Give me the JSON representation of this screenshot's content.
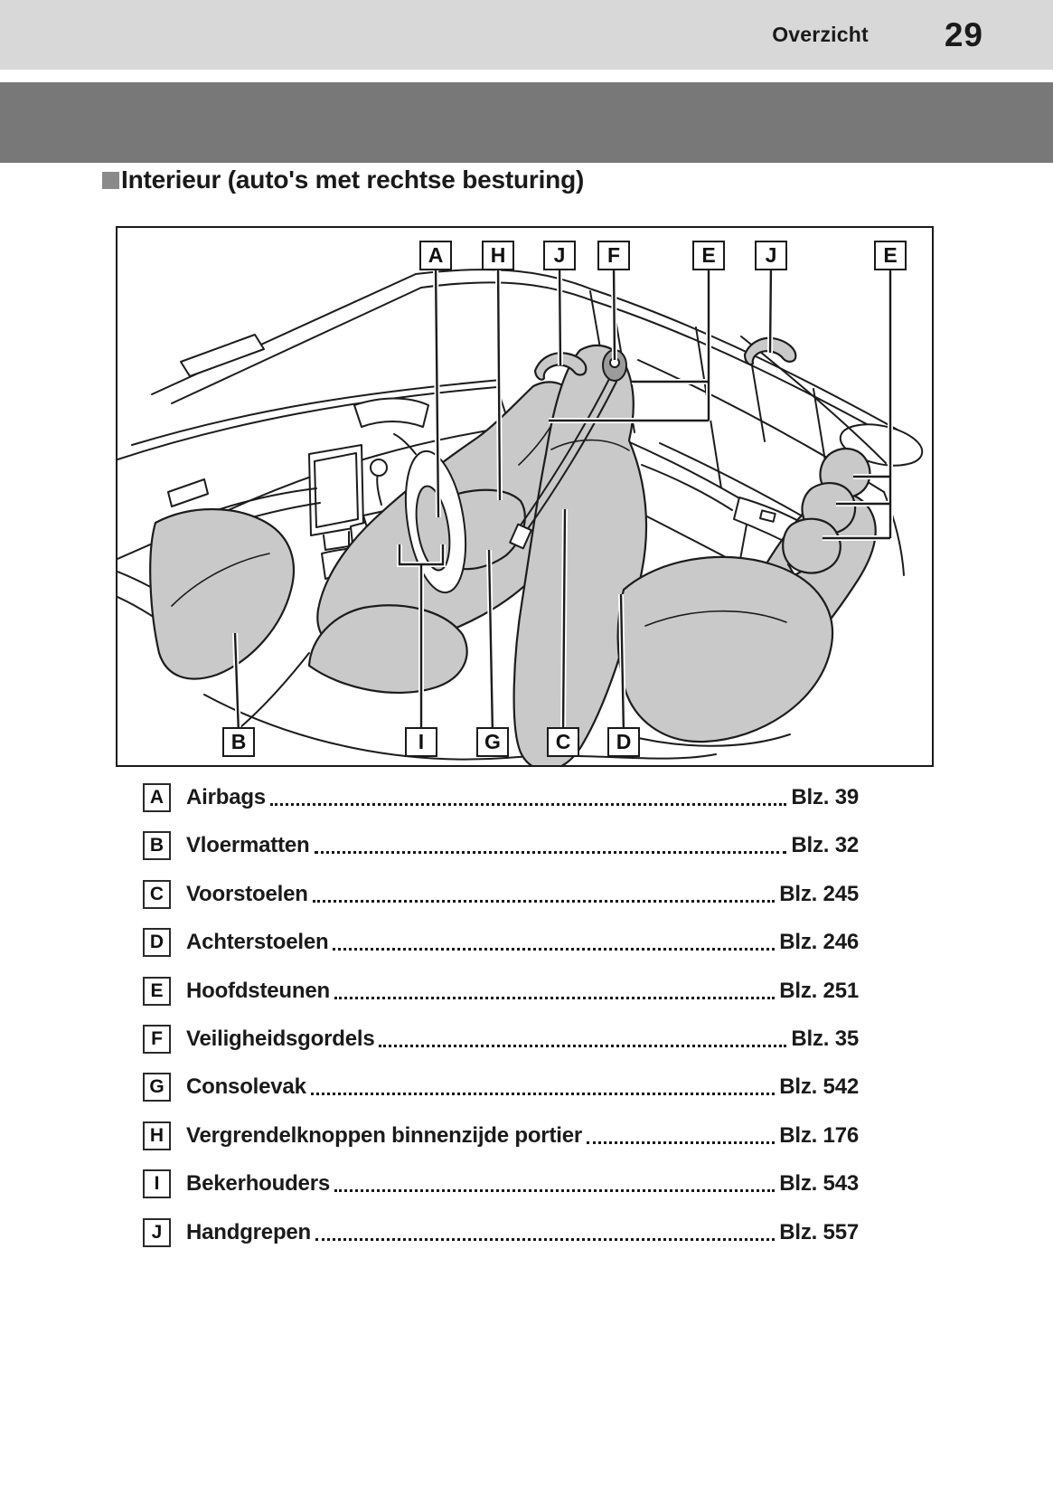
{
  "header": {
    "section_label": "Overzicht",
    "page_number": "29",
    "bg_color": "#d8d8d8"
  },
  "banner": {
    "bg_color": "#787878"
  },
  "section": {
    "title": "Interieur (auto's met rechtse besturing)",
    "bullet_color": "#8a8a8a"
  },
  "figure": {
    "description": "Car interior overview, right-hand drive",
    "seat_fill_color": "#c9c9c9",
    "line_color": "#1c1c1c",
    "callouts_top": [
      "A",
      "H",
      "J",
      "F",
      "E",
      "J",
      "E"
    ],
    "callouts_bottom": [
      "B",
      "I",
      "G",
      "C",
      "D"
    ]
  },
  "legend": {
    "items": [
      {
        "letter": "A",
        "label": "Airbags",
        "page": "Blz. 39"
      },
      {
        "letter": "B",
        "label": "Vloermatten",
        "page": "Blz. 32"
      },
      {
        "letter": "C",
        "label": "Voorstoelen",
        "page": "Blz. 245"
      },
      {
        "letter": "D",
        "label": "Achterstoelen",
        "page": "Blz. 246"
      },
      {
        "letter": "E",
        "label": "Hoofdsteunen",
        "page": "Blz. 251"
      },
      {
        "letter": "F",
        "label": "Veiligheidsgordels",
        "page": "Blz. 35"
      },
      {
        "letter": "G",
        "label": "Consolevak",
        "page": "Blz. 542"
      },
      {
        "letter": "H",
        "label": "Vergrendelknoppen binnenzijde portier",
        "page": "Blz. 176"
      },
      {
        "letter": "I",
        "label": "Bekerhouders",
        "page": "Blz. 543"
      },
      {
        "letter": "J",
        "label": "Handgrepen",
        "page": "Blz. 557"
      }
    ]
  }
}
